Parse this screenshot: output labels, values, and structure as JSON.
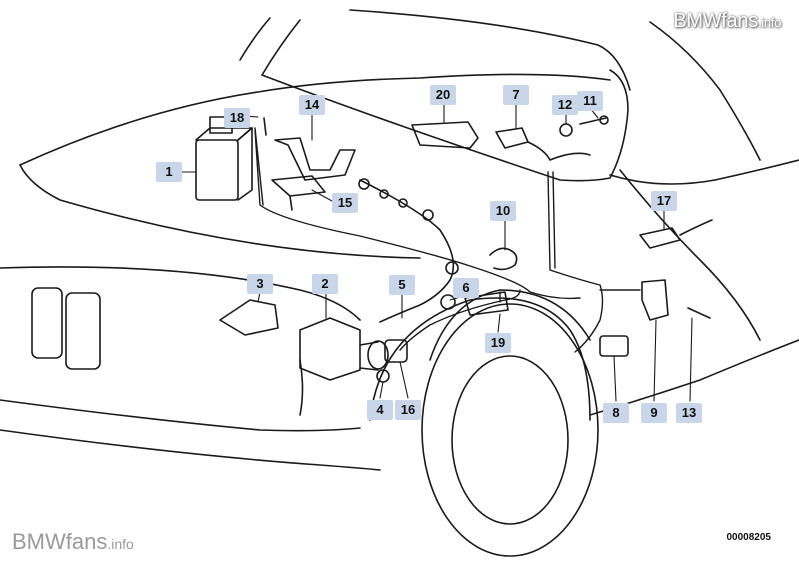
{
  "watermark_top": {
    "brand": "BMWfans",
    "suffix": ".info"
  },
  "watermark_bottom": {
    "brand": "BMWfans",
    "suffix": ".info"
  },
  "diagram_number": "00008205",
  "callouts": {
    "c1": "1",
    "c2": "2",
    "c3": "3",
    "c4": "4",
    "c5": "5",
    "c6": "6",
    "c7": "7",
    "c8": "8",
    "c9": "9",
    "c10": "10",
    "c11": "11",
    "c12": "12",
    "c13": "13",
    "c14": "14",
    "c15": "15",
    "c16": "16",
    "c17": "17",
    "c18": "18",
    "c19": "19",
    "c20": "20"
  },
  "colors": {
    "line": "#1a1a1a",
    "callout_bg": "#c9d6ea"
  }
}
